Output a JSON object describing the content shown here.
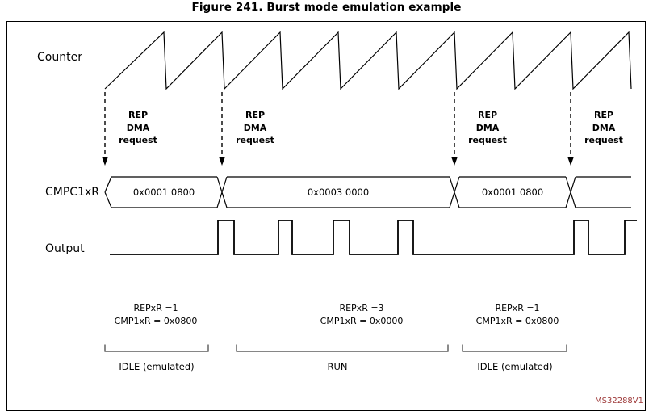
{
  "title": "Figure 241. Burst mode emulation example",
  "row_labels": {
    "counter": "Counter",
    "register": "CMPC1xR",
    "output": "Output"
  },
  "dma_requests": [
    {
      "lines": [
        "REP",
        "DMA",
        "request"
      ]
    },
    {
      "lines": [
        "REP",
        "DMA",
        "request"
      ]
    },
    {
      "lines": [
        "REP",
        "DMA",
        "request"
      ]
    },
    {
      "lines": [
        "REP",
        "DMA",
        "request"
      ]
    }
  ],
  "register_values": [
    {
      "value": "0x0001 0800"
    },
    {
      "value": "0x0003 0000"
    },
    {
      "value": "0x0001 0800"
    }
  ],
  "annotations": [
    {
      "line1": "REPxR =1",
      "line2": "CMP1xR = 0x0800"
    },
    {
      "line1": "REPxR =3",
      "line2": "CMP1xR = 0x0000"
    },
    {
      "line1": "REPxR =1",
      "line2": "CMP1xR = 0x0800"
    }
  ],
  "phases": [
    {
      "label": "IDLE (emulated)"
    },
    {
      "label": "RUN"
    },
    {
      "label": "IDLE (emulated)"
    }
  ],
  "watermark": "MS32288V1",
  "colors": {
    "line": "#000000",
    "bracket": "#3d3d3d",
    "watermark": "#9e3a3a",
    "background": "#ffffff"
  }
}
